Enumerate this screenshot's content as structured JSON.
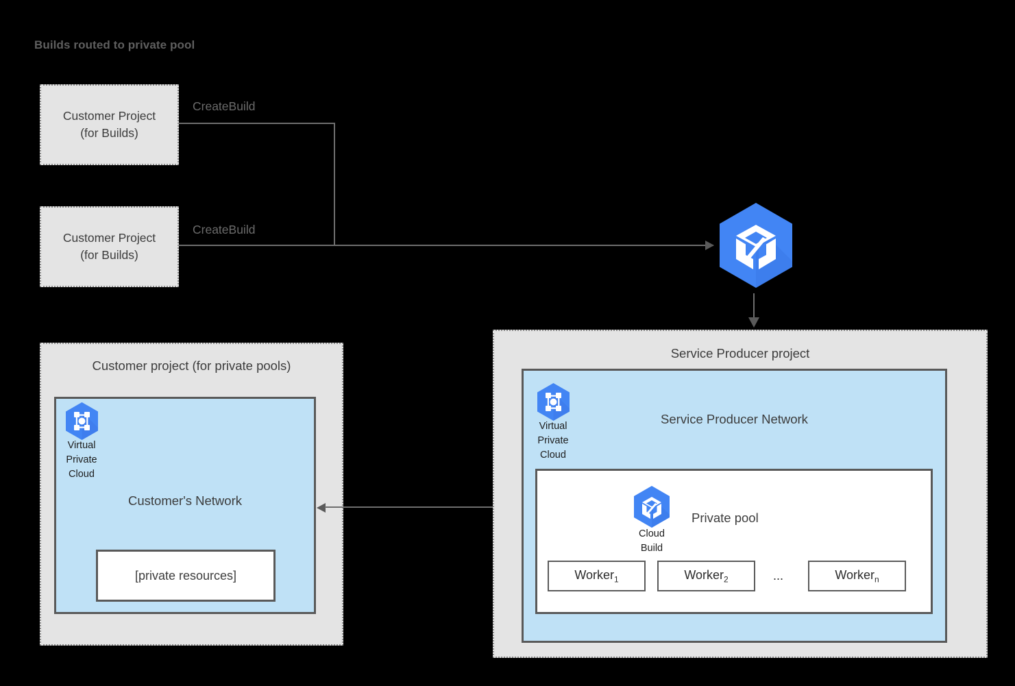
{
  "title": "Builds routed to private pool",
  "colors": {
    "background": "#000000",
    "project_fill": "#e4e4e4",
    "project_border": "#8a8a8a",
    "network_fill": "#bfe1f6",
    "network_border": "#595959",
    "line": "#6e6e6e",
    "gcp_blue": "#4285f4",
    "gcp_blue_dark": "#3b78e7",
    "text_dark": "#3c3c3c",
    "title_gray": "#5f5f5f"
  },
  "customer_build_projects": [
    {
      "line1": "Customer Project",
      "line2": "(for Builds)",
      "edge_label": "CreateBuild"
    },
    {
      "line1": "Customer Project",
      "line2": "(for Builds)",
      "edge_label": "CreateBuild"
    }
  ],
  "cloud_build_service": {
    "icon": "cloud-build-icon"
  },
  "customer_pool_project": {
    "title": "Customer project (for private pools)",
    "network_title": "Customer's Network",
    "vpc_icon": "virtual-private-cloud-icon",
    "vpc_caption_lines": [
      "Virtual",
      "Private",
      "Cloud"
    ],
    "private_resources_label": "[private resources]"
  },
  "service_producer_project": {
    "title": "Service Producer project",
    "network_title": "Service Producer Network",
    "vpc_icon": "virtual-private-cloud-icon",
    "vpc_caption_lines": [
      "Virtual",
      "Private",
      "Cloud"
    ],
    "private_pool": {
      "label": "Private pool",
      "cloud_build_icon": "cloud-build-icon",
      "cloud_build_caption_lines": [
        "Cloud",
        "Build"
      ],
      "workers": [
        {
          "name": "Worker",
          "subscript": "1"
        },
        {
          "name": "Worker",
          "subscript": "2"
        },
        {
          "name": "Worker",
          "subscript": "n"
        }
      ],
      "ellipsis": "..."
    }
  }
}
